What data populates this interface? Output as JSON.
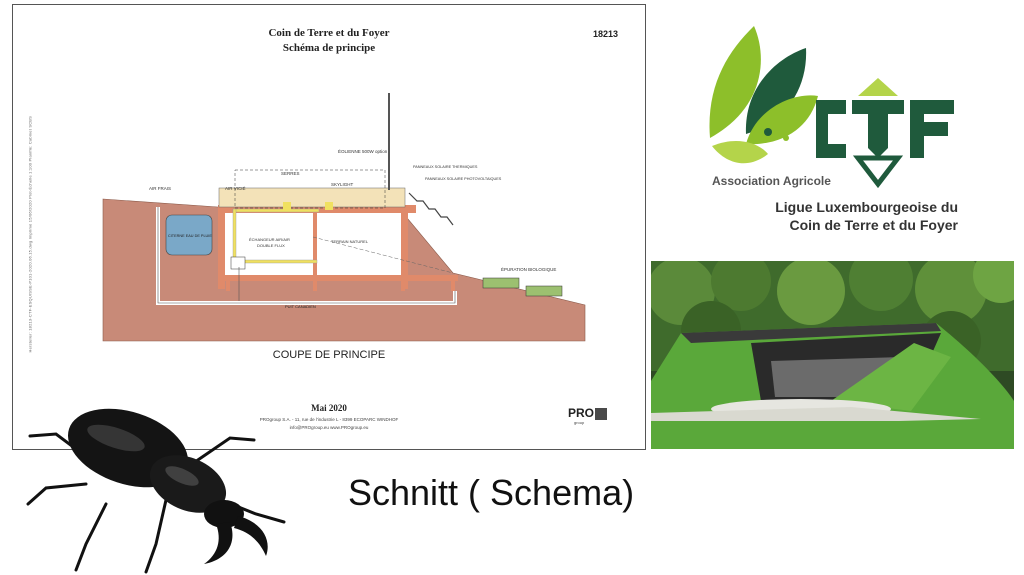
{
  "sheet": {
    "title": "Coin de Terre et du Foyer",
    "subtitle": "Schéma de principe",
    "number": "18213",
    "side_text": "Hersteller: 18213-CTF-ESQUISSE-P101-2020.06.15.dwg  Imprimé 15/06/2020  Plot-Échelle 1:100  Planifié: Cabinet SCBS",
    "labels": {
      "air_frais": "AIR FRAIS",
      "air_vicie": "AIR VICIÉ",
      "serres": "SERRES",
      "skylight": "SKYLIGHT",
      "eolienne": "ÉOLIENNE 500W option",
      "panneaux_thermiques": "PANNEAUX SOLAIRE THERMIQUES",
      "panneaux_pv": "PANNEAUX SOLAIRE PHOTOVOLTAIQUES",
      "citerne": "CITERNE EAU DE PLUIE",
      "echangeur": "ÉCHANGEUR AIR/AIR",
      "echangeur2": "DOUBLE FLUX",
      "terrain": "TERRAIN NATUREL",
      "epuration": "ÉPURATION BIOLOGIQUE",
      "puit": "PUIT CANADIEN"
    },
    "section_title": "COUPE DE PRINCIPE",
    "date": "Mai 2020",
    "address1": "PROgroup S.A. - 11, rue de l'industrie L - 8399 ECOPARC WINDHOF",
    "address2": "info@PROgroup.eu   www.PROgroup.eu",
    "brand": "PRO",
    "brand_sub": "group"
  },
  "logo": {
    "brand": "CTF",
    "association": "Association Agricole",
    "ligue_line1": "Ligue Luxembourgeoise du",
    "ligue_line2": "Coin de Terre et du Foyer",
    "colors": {
      "dark_green": "#1f5a3c",
      "light_green": "#8dbf2a"
    }
  },
  "caption": "Schnitt ( Schema)"
}
